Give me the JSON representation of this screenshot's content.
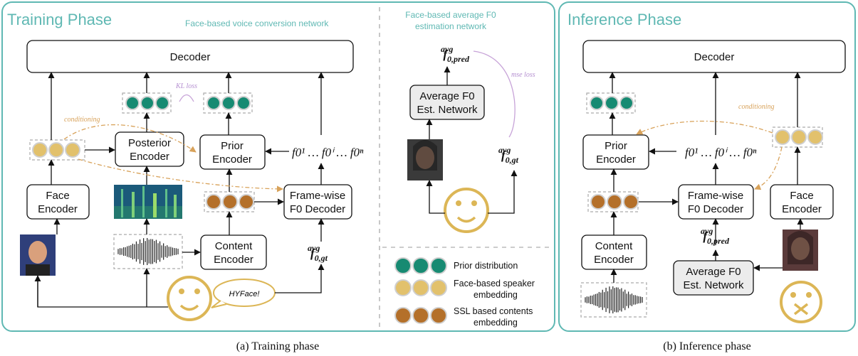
{
  "training": {
    "title": "Training Phase",
    "subtitle": "Face-based voice conversion network",
    "decoder": "Decoder",
    "kl_loss": "KL loss",
    "conditioning": "conditioning",
    "posterior_l1": "Posterior",
    "posterior_l2": "Encoder",
    "prior_l1": "Prior",
    "prior_l2": "Encoder",
    "face_l1": "Face",
    "face_l2": "Encoder",
    "content_l1": "Content",
    "content_l2": "Encoder",
    "framewise_l1": "Frame-wise",
    "framewise_l2": "F0 Decoder",
    "f0_seq": "f0¹ … f0ⁱ … f0ⁿ",
    "f0_gt_avg": "f0,gt avg",
    "speech_bubble": "HYFace!"
  },
  "estimation": {
    "title_l1": "Face-based average F0",
    "title_l2": "estimation network",
    "net_l1": "Average F0",
    "net_l2": "Est. Network",
    "mse_loss": "mse loss",
    "f0_pred": "f0,pred avg",
    "f0_gt": "f0,gt avg"
  },
  "legend": {
    "prior": "Prior distribution",
    "speaker_l1": "Face-based speaker",
    "speaker_l2": "embedding",
    "ssl_l1": "SSL based contents",
    "ssl_l2": "embedding"
  },
  "inference": {
    "title": "Inference Phase",
    "decoder": "Decoder",
    "conditioning": "conditioning",
    "prior_l1": "Prior",
    "prior_l2": "Encoder",
    "framewise_l1": "Frame-wise",
    "framewise_l2": "F0 Decoder",
    "face_l1": "Face",
    "face_l2": "Encoder",
    "content_l1": "Content",
    "content_l2": "Encoder",
    "net_l1": "Average F0",
    "net_l2": "Est. Network",
    "f0_seq": "f0¹ … f0ⁱ … f0ⁿ",
    "f0_pred": "f0,pred avg"
  },
  "captions": {
    "a": "(a) Training phase",
    "b": "(b) Inference phase"
  },
  "colors": {
    "panel_border": "#5fb8b3",
    "prior_dot": "#178a72",
    "speaker_dot": "#e2c16c",
    "ssl_dot": "#b4702a",
    "conditioning": "#d8a25a",
    "loss": "#c7a3d8",
    "face_emoji": "#dcb656"
  }
}
